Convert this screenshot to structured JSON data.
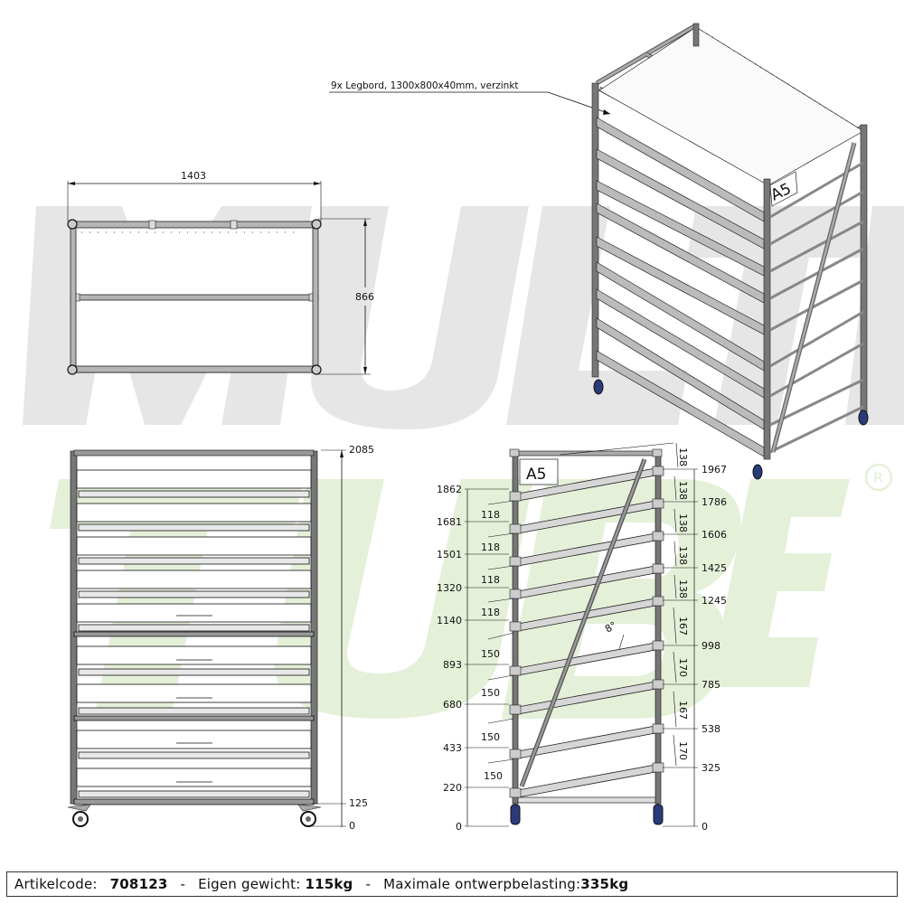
{
  "watermark": {
    "line1": "MULTI",
    "line2": "TUBE",
    "registered_mark": "®",
    "color_line1": "#e6e6e6",
    "color_line2": "#e5f0d9"
  },
  "callout": {
    "text": "9x Legbord, 1300x800x40mm, verzinkt"
  },
  "top_view": {
    "width_dim": "1403",
    "depth_dim": "866"
  },
  "front_view": {
    "height_top": "2085",
    "height_base": "125",
    "height_zero": "0"
  },
  "side_view": {
    "plate_label": "A5",
    "left_heights": [
      "1862",
      "1681",
      "1501",
      "1320",
      "1140",
      "893",
      "680",
      "433",
      "220",
      "0"
    ],
    "left_offsets": [
      "118",
      "118",
      "118",
      "118",
      "150",
      "150",
      "150",
      "150"
    ],
    "right_heights": [
      "1967",
      "1786",
      "1606",
      "1425",
      "1245",
      "998",
      "785",
      "538",
      "325",
      "0"
    ],
    "right_spacings": [
      "138",
      "138",
      "138",
      "138",
      "138",
      "167",
      "170",
      "167",
      "170"
    ],
    "angle": "8°"
  },
  "iso_view": {
    "plate_label": "A5"
  },
  "footer": {
    "article_label": "Artikelcode:",
    "article_value": "708123",
    "sep1": "-",
    "weight_label": "Eigen gewicht:",
    "weight_value": "115kg",
    "sep2": "-",
    "load_label": "Maximale ontwerpbelasting:",
    "load_value": "335kg"
  },
  "colors": {
    "tube": "#8a8a8a",
    "tube_dark": "#3a3a3a",
    "shelf": "#dcdcdc",
    "wheel": "#2a3b7a",
    "line": "#111111"
  }
}
